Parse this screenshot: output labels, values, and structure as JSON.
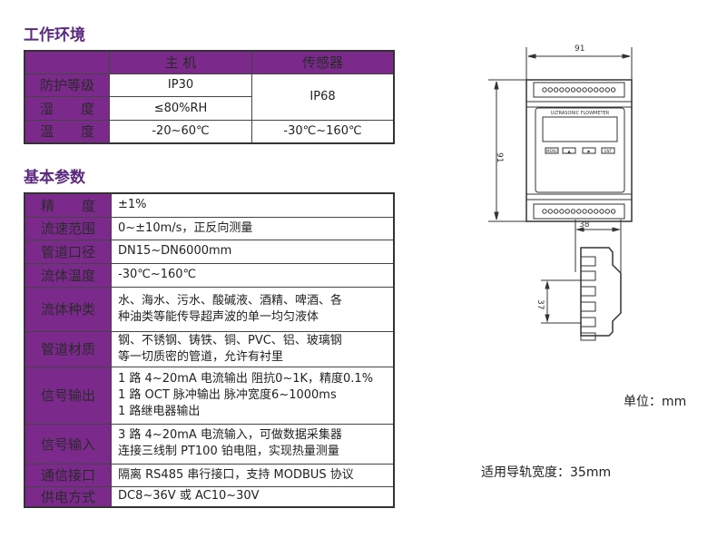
{
  "env": {
    "title": "工作环境",
    "headers": [
      "",
      "主 机",
      "传感器"
    ],
    "rows": [
      {
        "label": "防护等级",
        "host": "IP30"
      },
      {
        "label": "湿　　度",
        "host": "≤80%RH"
      },
      {
        "label": "温　　度",
        "host": "-20~60℃",
        "sensor": "-30℃~160℃"
      }
    ],
    "sensor_ip": "IP68"
  },
  "params": {
    "title": "基本参数",
    "rows": [
      {
        "label": "精　　度",
        "lines": [
          "±1%"
        ]
      },
      {
        "label": "流速范围",
        "lines": [
          "0~±10m/s，正反向测量"
        ]
      },
      {
        "label": "管道口径",
        "lines": [
          "DN15~DN6000mm"
        ]
      },
      {
        "label": "流体温度",
        "lines": [
          "-30℃~160℃"
        ]
      },
      {
        "label": "流体种类",
        "lines": [
          "水、海水、污水、酸碱液、酒精、啤酒、各",
          "种油类等能传导超声波的单一均匀液体"
        ]
      },
      {
        "label": "管道材质",
        "lines": [
          "钢、不锈钢、铸铁、铜、PVC、铝、玻璃钢",
          "等一切质密的管道，允许有衬里"
        ]
      },
      {
        "label": "信号输出",
        "lines": [
          "1 路 4~20mA 电流输出 阻抗0~1K，精度0.1%",
          "1 路 OCT 脉冲输出 脉冲宽度6~1000ms",
          "1 路继电器输出"
        ]
      },
      {
        "label": "信号输入",
        "lines": [
          "3 路 4~20mA 电流输入，可做数据采集器",
          "连接三线制 PT100 铂电阻，实现热量测量"
        ]
      },
      {
        "label": "通信接口",
        "lines": [
          "隔离 RS485 串行接口，支持 MODBUS 协议"
        ]
      },
      {
        "label": "供电方式",
        "lines": [
          "DC8~36V 或 AC10~30V"
        ]
      }
    ]
  },
  "drawing": {
    "width_dim": "91",
    "height_dim": "91",
    "panel_label": "ULTRASONIC FLOWMETER",
    "buttons": [
      "MENU",
      "▲",
      "▶",
      "ENT"
    ],
    "depth_dim": "38",
    "rail_dim": "37"
  },
  "unit": "单位：mm",
  "rail": "适用导轨宽度：35mm"
}
